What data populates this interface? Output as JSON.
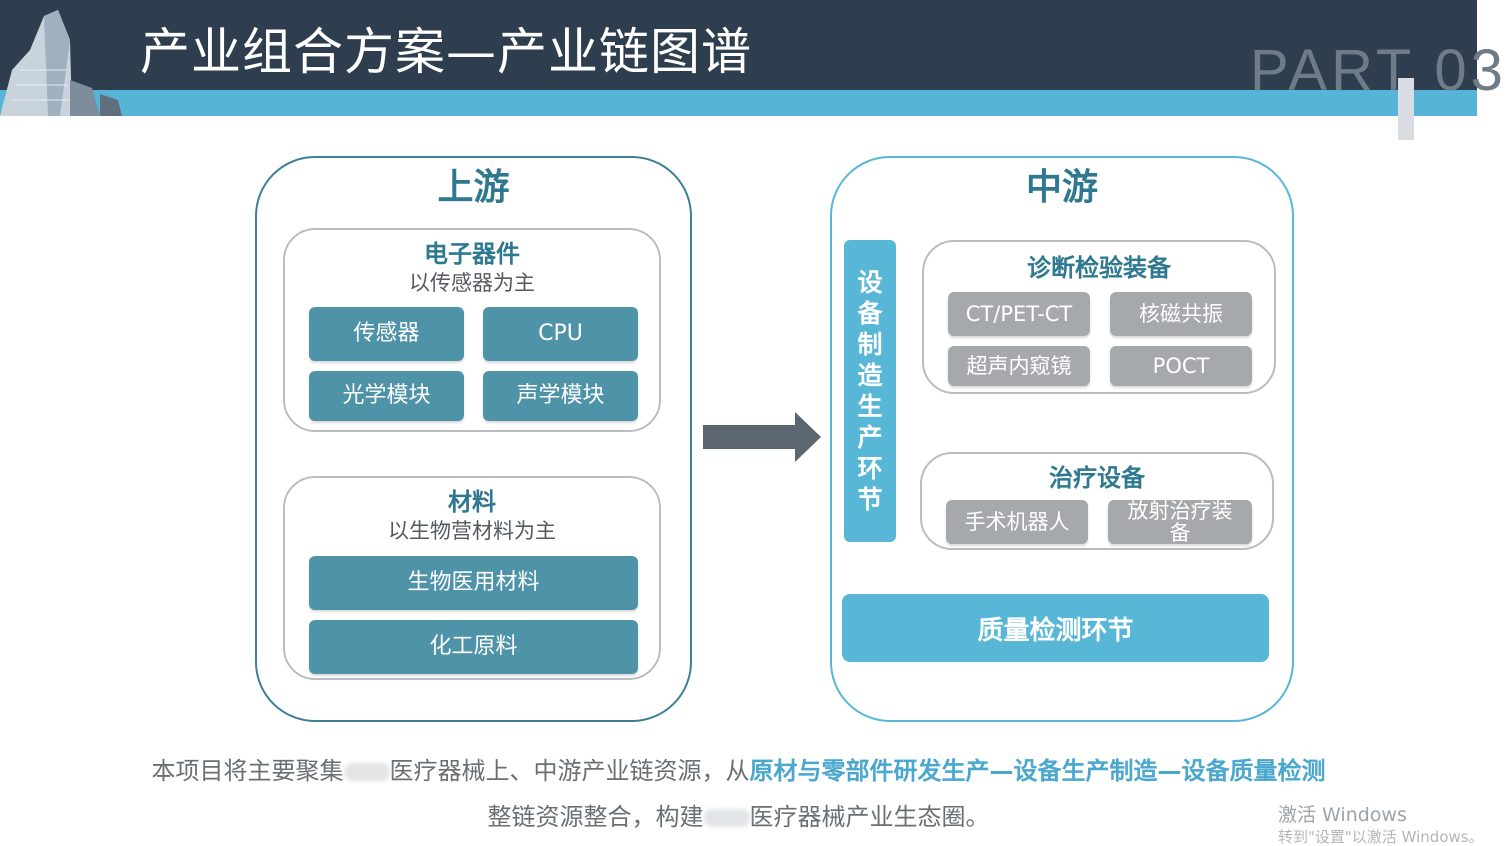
{
  "header": {
    "title": "产业组合方案—产业链图谱",
    "part_label": "PART 03"
  },
  "upstream": {
    "title": "上游",
    "electronics": {
      "title": "电子器件",
      "subtitle": "以传感器为主",
      "items": [
        "传感器",
        "CPU",
        "光学模块",
        "声学模块"
      ]
    },
    "materials": {
      "title": "材料",
      "subtitle": "以生物营材料为主",
      "items": [
        "生物医用材料",
        "化工原料"
      ]
    }
  },
  "midstream": {
    "title": "中游",
    "vertical_label": [
      "设",
      "备",
      "制",
      "造",
      "生",
      "产",
      "环",
      "节"
    ],
    "diagnosis": {
      "title": "诊断检验装备",
      "items": [
        "CT/PET-CT",
        "核磁共振",
        "超声内窥镜",
        "POCT"
      ]
    },
    "treatment": {
      "title": "治疗设备",
      "items": [
        "手术机器人",
        "放射治疗装备"
      ]
    },
    "quality": "质量检测环节"
  },
  "summary": {
    "line1_a": "本项目将主要聚集",
    "line1_b": "医疗器械上、中游产业链资源，从",
    "line1_highlight": "原材与零部件研发生产—设备生产制造—设备质量检测",
    "line2_a": "整链资源整合，构建",
    "line2_b": "医疗器械产业生态圈。"
  },
  "watermark": {
    "line1": "激活 Windows",
    "line2": "转到\"设置\"以激活 Windows。"
  },
  "colors": {
    "header_dark": "#2f3e4e",
    "header_blue": "#56b4d8",
    "teal_button": "#4f93a9",
    "gray_button": "#a6a9ac",
    "light_blue": "#58b6d6"
  }
}
